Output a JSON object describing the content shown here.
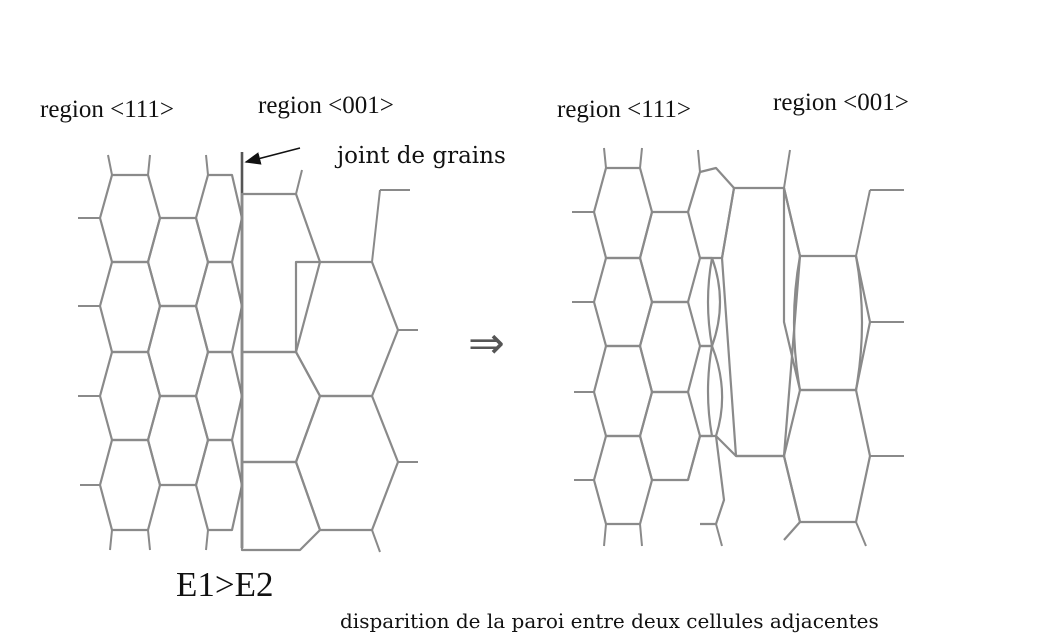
{
  "labels": {
    "left_region_111": "region <111>",
    "left_region_001": "region <001>",
    "grain_boundary": "joint de grains",
    "right_region_111": "region <111>",
    "right_region_001": "region <001>",
    "energy_relation": "E1>E2",
    "caption": "disparition de la paroi entre deux cellules adjacentes"
  },
  "arrow_symbol": "⇒",
  "colors": {
    "cell_lines": "#8a8a8a",
    "text": "#111111"
  }
}
